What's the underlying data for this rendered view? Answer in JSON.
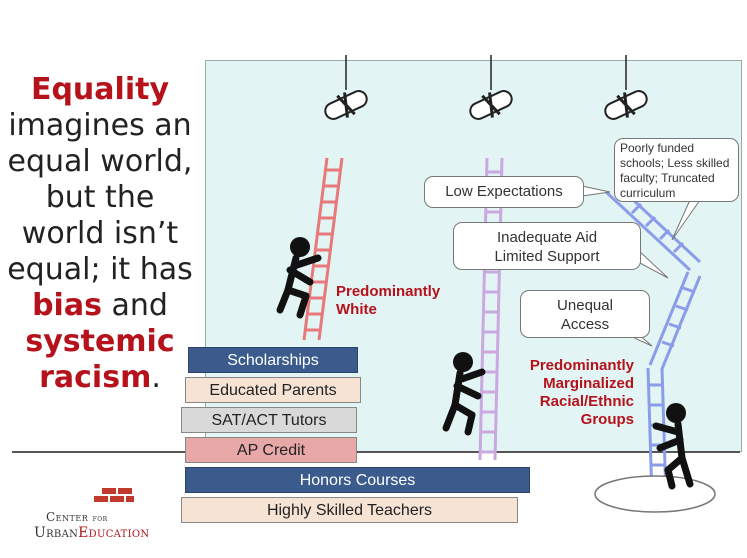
{
  "headline": {
    "line1": "Equality",
    "line2": "imagines an",
    "line3": "equal world,",
    "line4": "but the",
    "line5": "world isn’t",
    "line6": "equal; it has",
    "line7_bold": "bias",
    "line7_rest": " and",
    "line8": "systemic",
    "line9_bold": "racism",
    "line9_rest": "."
  },
  "blocks": [
    {
      "label": "Scholarships",
      "color": "#3b5b8c"
    },
    {
      "label": "Educated Parents",
      "color": "#f6e3d4"
    },
    {
      "label": "SAT/ACT Tutors",
      "color": "#d9d9d9"
    },
    {
      "label": "AP Credit",
      "color": "#e8a8a8"
    },
    {
      "label": "Honors Courses",
      "color": "#3b5b8c"
    },
    {
      "label": "Highly Skilled Teachers",
      "color": "#f6e3d4"
    }
  ],
  "callouts": {
    "low_expectations": "Low Expectations",
    "inadequate_aid_1": "Inadequate Aid",
    "inadequate_aid_2": "Limited Support",
    "unequal_1": "Unequal",
    "unequal_2": "Access",
    "poorly_1": "Poorly funded",
    "poorly_2": "schools; Less skilled",
    "poorly_3": "faculty; Truncated",
    "poorly_4": "curriculum"
  },
  "labels": {
    "white_1": "Predominantly",
    "white_2": "White",
    "marg_1": "Predominantly",
    "marg_2": "Marginalized",
    "marg_3": "Racial/Ethnic",
    "marg_4": "Groups"
  },
  "logo": {
    "center": "Center",
    "for": "for",
    "urban": "Urban",
    "education": "Education"
  },
  "colors": {
    "accent_red": "#b5121b",
    "ladder_red": "#e8797b",
    "ladder_purple": "#c9a9e0",
    "ladder_blue": "#8b9de8",
    "panel": "#e3f4f4"
  }
}
